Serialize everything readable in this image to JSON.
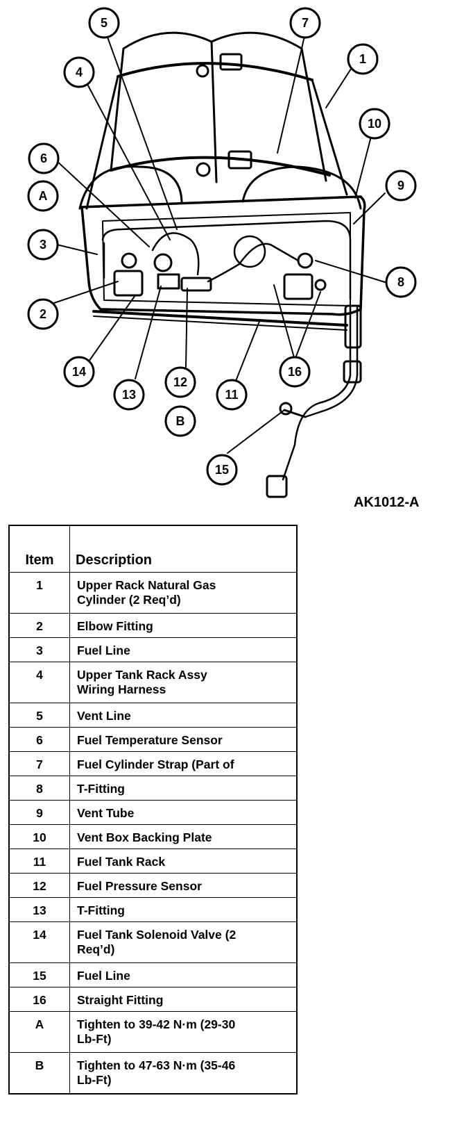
{
  "figure_code": "AK1012-A",
  "callouts": [
    "1",
    "2",
    "3",
    "4",
    "5",
    "6",
    "7",
    "8",
    "9",
    "10",
    "11",
    "12",
    "13",
    "14",
    "15",
    "16",
    "A",
    "B"
  ],
  "table": {
    "headers": {
      "item": "Item",
      "description": "Description"
    },
    "rows": [
      {
        "item": "1",
        "lines": [
          "Upper Rack Natural Gas",
          "Cylinder (2 Req’d)"
        ]
      },
      {
        "item": "2",
        "lines": [
          "Elbow Fitting"
        ]
      },
      {
        "item": "3",
        "lines": [
          "Fuel Line"
        ]
      },
      {
        "item": "4",
        "lines": [
          "Upper Tank Rack Assy",
          "Wiring Harness"
        ]
      },
      {
        "item": "5",
        "lines": [
          "Vent Line"
        ]
      },
      {
        "item": "6",
        "lines": [
          "Fuel Temperature Sensor"
        ]
      },
      {
        "item": "7",
        "lines": [
          "Fuel Cylinder Strap (Part of"
        ]
      },
      {
        "item": "8",
        "lines": [
          "T-Fitting"
        ]
      },
      {
        "item": "9",
        "lines": [
          "Vent Tube"
        ]
      },
      {
        "item": "10",
        "lines": [
          "Vent Box Backing Plate"
        ]
      },
      {
        "item": "11",
        "lines": [
          "Fuel Tank Rack"
        ]
      },
      {
        "item": "12",
        "lines": [
          "Fuel Pressure Sensor"
        ]
      },
      {
        "item": "13",
        "lines": [
          "T-Fitting"
        ]
      },
      {
        "item": "14",
        "lines": [
          "Fuel Tank Solenoid Valve (2",
          "Req’d)"
        ]
      },
      {
        "item": "15",
        "lines": [
          "Fuel Line"
        ]
      },
      {
        "item": "16",
        "lines": [
          "Straight Fitting"
        ]
      },
      {
        "item": "A",
        "lines": [
          "Tighten to 39-42 N·m (29-30",
          "Lb-Ft)"
        ]
      },
      {
        "item": "B",
        "lines": [
          "Tighten to 47-63 N·m (35-46",
          "Lb-Ft)"
        ]
      }
    ]
  }
}
